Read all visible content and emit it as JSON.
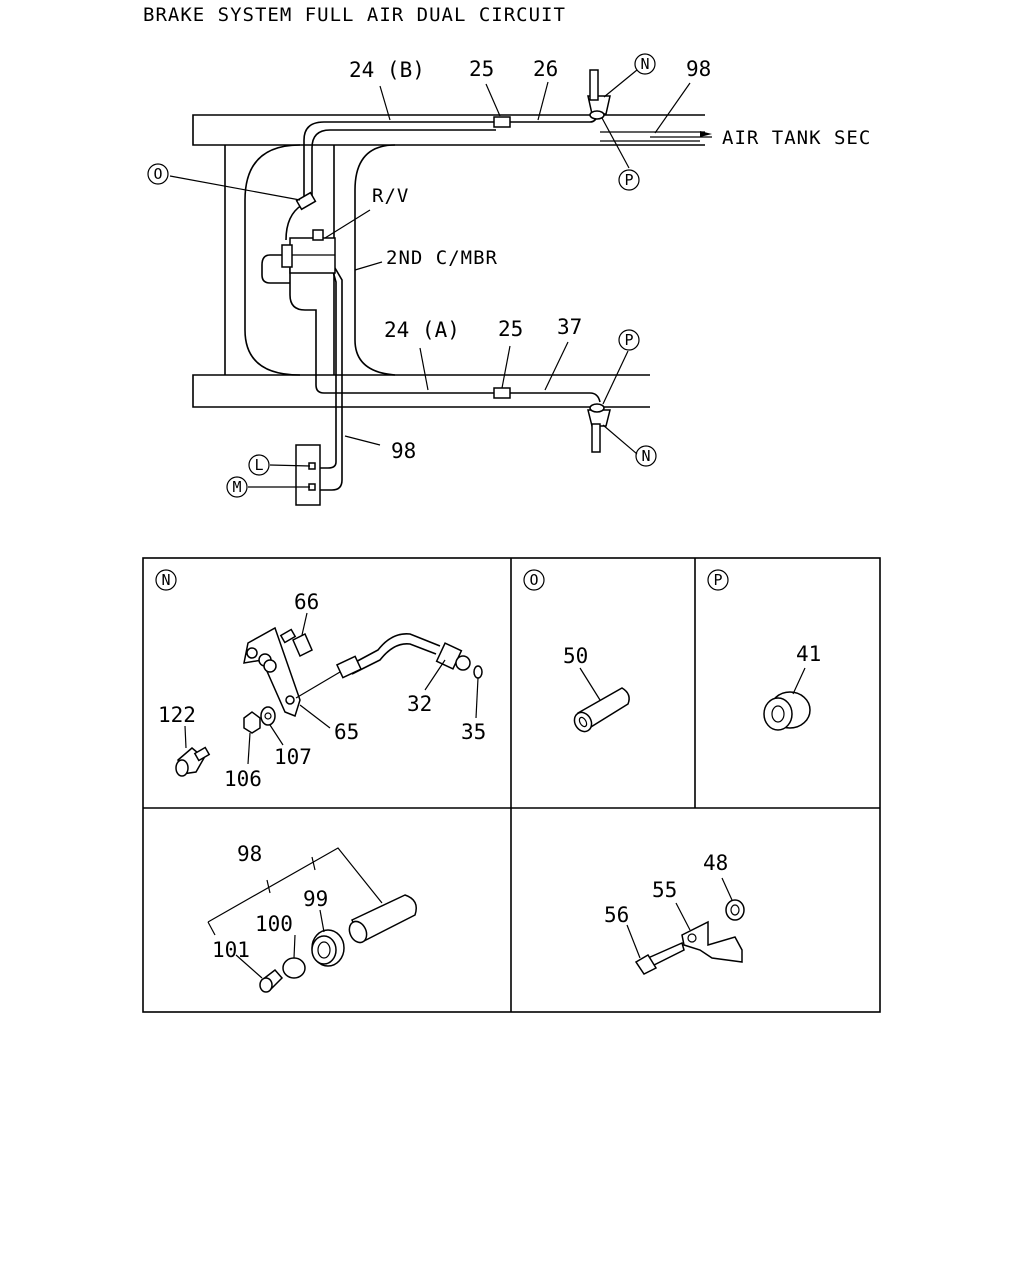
{
  "title": "BRAKE SYSTEM FULL AIR DUAL CIRCUIT",
  "main_labels": {
    "pipe_24b": "24 (B)",
    "joint_25_top": "25",
    "pipe_26": "26",
    "hose_98_top": "98",
    "air_tank_sec": "AIR TANK SEC",
    "relay_valve": "R/V",
    "second_chamber": "2ND C/MBR",
    "pipe_24a": "24 (A)",
    "joint_25_bottom": "25",
    "pipe_37": "37",
    "hose_98_bottom": "98"
  },
  "callout_letters": {
    "n_top": "N",
    "p_top": "P",
    "o_main": "O",
    "p_bottom": "P",
    "n_bottom": "N",
    "l_main": "L",
    "m_main": "M"
  },
  "detail_panels": {
    "N": {
      "letter": "N",
      "parts": {
        "p66": "66",
        "p122": "122",
        "p65": "65",
        "p32": "32",
        "p35": "35",
        "p107": "107",
        "p106": "106"
      }
    },
    "O": {
      "letter": "O",
      "parts": {
        "p50": "50"
      }
    },
    "P": {
      "letter": "P",
      "parts": {
        "p41": "41"
      }
    },
    "hose": {
      "parts": {
        "p98": "98",
        "p99": "99",
        "p100": "100",
        "p101": "101"
      }
    },
    "bracket": {
      "parts": {
        "p48": "48",
        "p55": "55",
        "p56": "56"
      }
    }
  }
}
